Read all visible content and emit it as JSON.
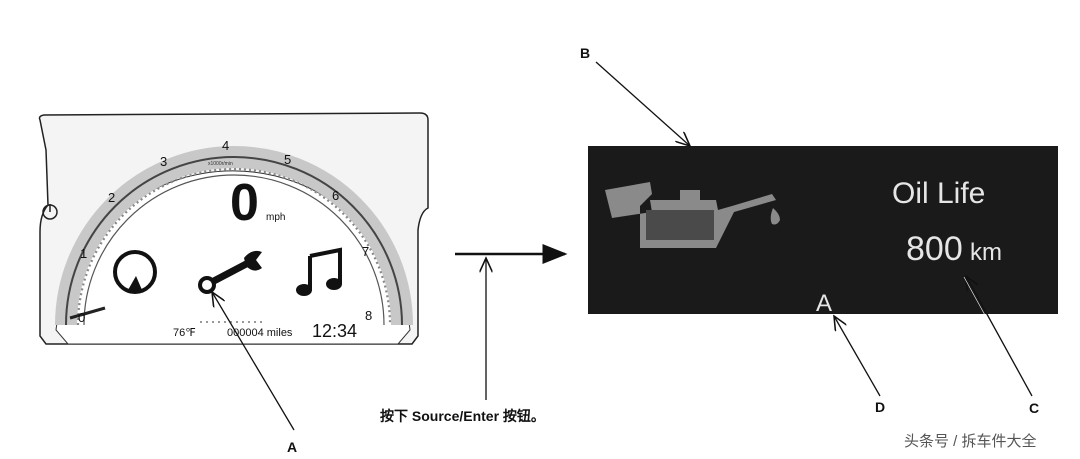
{
  "cluster": {
    "speed_value": "0",
    "speed_unit": "mph",
    "rpm_label": "x1000r/min",
    "tach_ticks": [
      "0",
      "1",
      "2",
      "3",
      "4",
      "5",
      "6",
      "7",
      "8"
    ],
    "outside_temp": "76℉",
    "odometer": "000004 miles",
    "clock": "12:34",
    "icons": [
      "gauge-icon",
      "wrench-icon",
      "music-note-icon",
      "power-icon"
    ]
  },
  "oil_display": {
    "title": "Oil Life",
    "value": "800",
    "unit": "km",
    "code": "A",
    "icon": "oil-can-icon"
  },
  "callouts": {
    "wrench": "A",
    "screen": "B",
    "value": "C",
    "code": "D"
  },
  "instruction": "按下 Source/Enter 按钮。",
  "watermark": "头条号 / 拆车件大全",
  "colors": {
    "screen_bg": "#1a1a1a",
    "screen_text": "#e6e6e6",
    "oil_can": "#8a8a8a",
    "ink": "#111111"
  }
}
